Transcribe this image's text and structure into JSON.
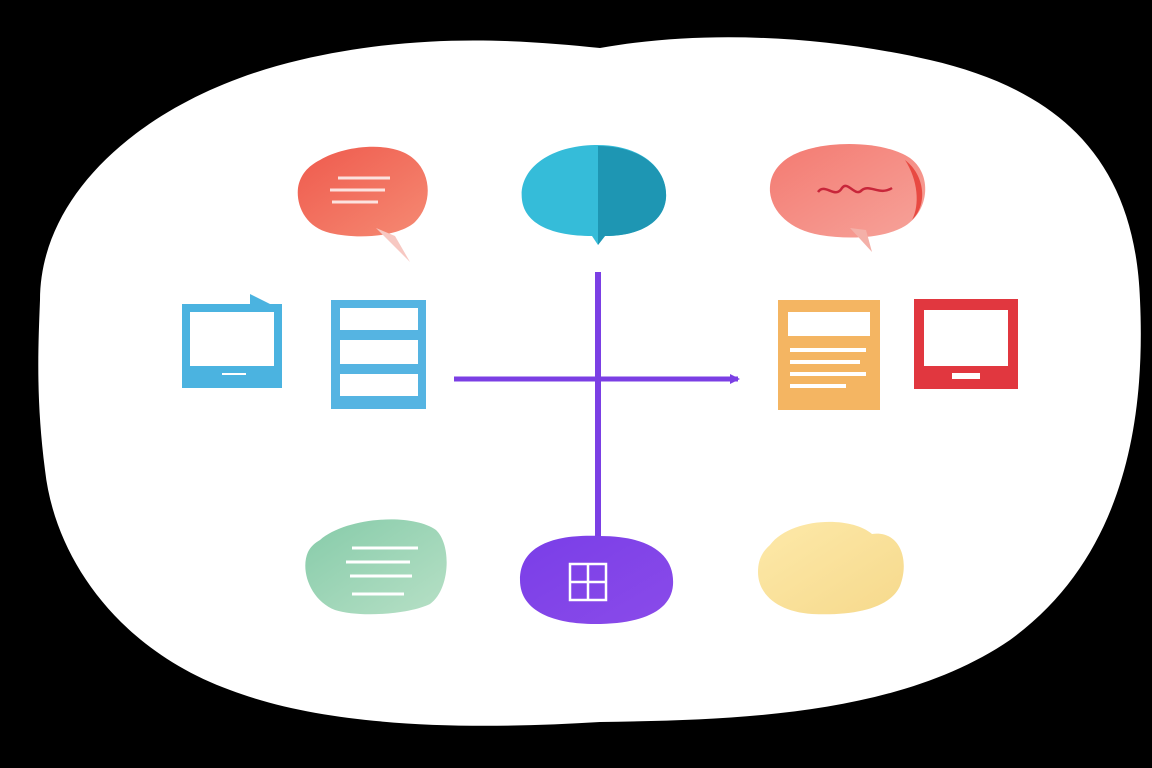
{
  "colors": {
    "background": "#000000",
    "canvas": "#ffffff",
    "axis": "#7b3fe4",
    "red": "#ee5a4c",
    "teal": "#2fb8d8",
    "salmon": "#f27c72",
    "blue": "#4db3df",
    "orange": "#f3b25f",
    "crimson": "#e1373f",
    "green": "#8fcfae",
    "purple": "#7c3ee6",
    "yellow": "#f7df9b"
  },
  "nodes": [
    {
      "id": "speech-bubble-red",
      "icon": "speech-bubble-icon",
      "color": "red"
    },
    {
      "id": "blob-teal",
      "icon": "blob-icon",
      "color": "teal"
    },
    {
      "id": "thought-bubble-salmon",
      "icon": "scribble-bubble-icon",
      "color": "salmon"
    },
    {
      "id": "laptop-blue",
      "icon": "laptop-icon",
      "color": "blue"
    },
    {
      "id": "document-blue",
      "icon": "document-list-icon",
      "color": "blue"
    },
    {
      "id": "document-orange",
      "icon": "document-list-icon",
      "color": "orange"
    },
    {
      "id": "monitor-red",
      "icon": "monitor-icon",
      "color": "crimson"
    },
    {
      "id": "speech-bubble-green",
      "icon": "speech-bubble-icon",
      "color": "green"
    },
    {
      "id": "grid-bubble-purple",
      "icon": "grid-icon",
      "color": "purple"
    },
    {
      "id": "cloud-yellow",
      "icon": "cloud-icon",
      "color": "yellow"
    }
  ],
  "connectors": [
    {
      "id": "horizontal-arrow",
      "direction": "right"
    },
    {
      "id": "vertical-line",
      "direction": "down"
    }
  ]
}
